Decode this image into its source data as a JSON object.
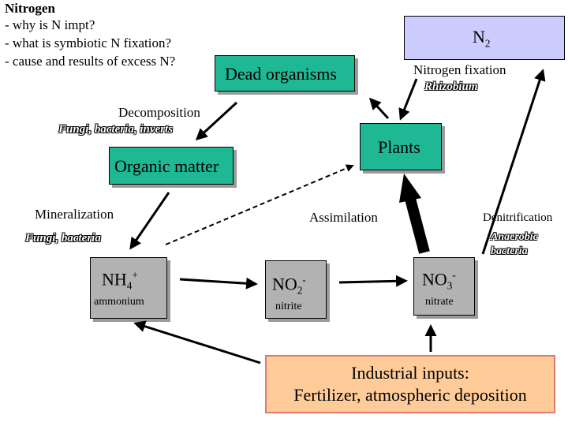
{
  "slide": {
    "title": "Nitrogen",
    "questions": [
      "- why is N impt?",
      "- what is symbiotic N fixation?",
      "- cause and results of excess N?"
    ]
  },
  "nodes": {
    "n2": {
      "main": "N",
      "sub": "2"
    },
    "dead_organisms": "Dead organisms",
    "plants": "Plants",
    "organic_matter": "Organic matter",
    "nh4": {
      "main": "NH",
      "sub": "4",
      "sup": "+",
      "caption": "ammonium"
    },
    "no2": {
      "main": "NO",
      "sub": "2",
      "sup": "-",
      "caption": "nitrite"
    },
    "no3": {
      "main": "NO",
      "sub": "3",
      "sup": "-",
      "caption": "nitrate"
    },
    "industrial": {
      "line1": "Industrial inputs:",
      "line2": "Fertilizer, atmospheric deposition"
    }
  },
  "labels": {
    "nitrogen_fixation": "Nitrogen fixation",
    "rhizobium": "Rhizobium",
    "decomposition": "Decomposition",
    "decomposers": "Fungi, bacteria, inverts",
    "mineralization": "Mineralization",
    "mineralizers": "Fungi, bacteria",
    "assimilation": "Assimilation",
    "denitrification": "Denitrification",
    "denitrifiers_line1": "Anaerobic",
    "denitrifiers_line2": "bacteria"
  },
  "colors": {
    "n2_fill": "#ccccff",
    "organism_fill": "#1fb894",
    "ion_fill": "#b2b2b2",
    "industrial_fill": "#ffcc99",
    "industrial_border": "#e07a6a"
  }
}
